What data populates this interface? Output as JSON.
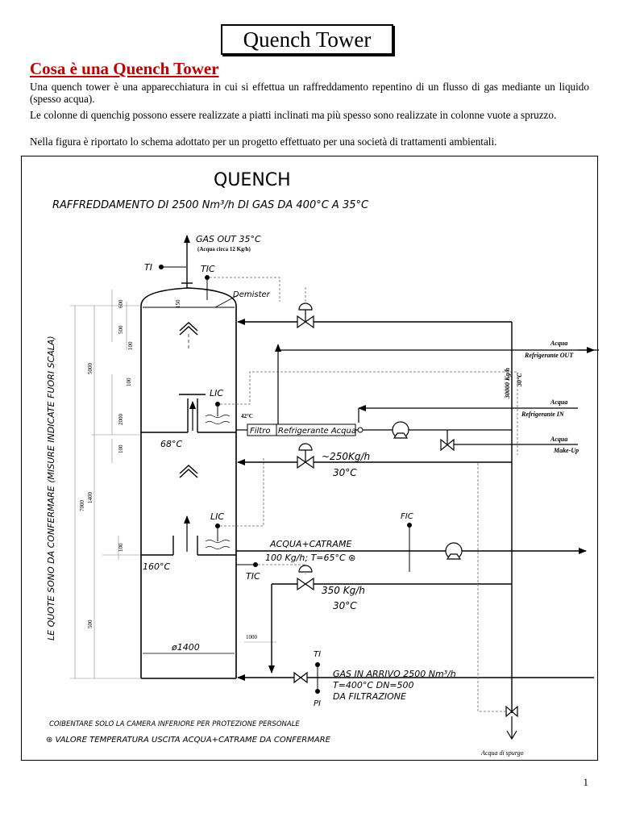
{
  "doc": {
    "title": "Quench Tower",
    "heading": "Cosa è una Quench Tower",
    "paragraphs": [
      "Una quench tower è una apparecchiatura in cui si effettua un raffreddamento repentino di un flusso di gas mediante un liquido (spesso acqua).",
      "Le colonne di quenchig possono essere realizzate a piatti inclinati ma più spesso sono realizzate in colonne vuote a spruzzo.",
      "Nella figura è riportato lo schema adottato per un progetto effettuato per una società di trattamenti ambientali."
    ],
    "page_number": "1"
  },
  "figure": {
    "title": "QUENCH",
    "subtitle": "RAFFREDDAMENTO DI 2500 Nm³/h DI GAS DA 400°C A 35°C",
    "gas_out": "GAS OUT 35°C",
    "gas_out_note": "(Acqua circa 12 Kg/h)",
    "ti_top": "TI",
    "tic_top": "TIC",
    "demister": "Demister",
    "acqua_1": "Acqua",
    "refr_out": "Refrigerante OUT",
    "acqua_2": "Acqua",
    "refr_in": "Refrigerante IN",
    "acqua_3": "Acqua",
    "makeup": "Make-Up",
    "flow_30000": "30000 Kg/h",
    "temp_30_vert": "30°C",
    "lic_upper": "LIC",
    "temp_42": "42°C",
    "filtro": "Filtro",
    "refr_acqua": "Refrigerante Acqua",
    "temp_68": "68°C",
    "flow_250": "~250Kg/h",
    "temp_30_a": "30°C",
    "lic_lower": "LIC",
    "fic": "FIC",
    "acqua_catrame": "ACQUA+CATRAME",
    "flow_100": "100 Kg/h;  T=65°C ⊛",
    "temp_160": "160°C",
    "tic_lower": "TIC",
    "flow_350": "350 Kg/h",
    "temp_30_b": "30°C",
    "dim_1000": "1000",
    "diameter": "ø1400",
    "ti_bottom": "TI",
    "pi_bottom": "PI",
    "gas_in": "GAS IN ARRIVO 2500 Nm³/h",
    "gas_in_t": "T=400°C       DN=500",
    "gas_in_src": "DA FILTRAZIONE",
    "acqua_spurgo": "Acqua di spurgo",
    "vertical_note": "LE QUOTE SONO DA CONFERMARE (MISURE INDICATE FUORI SCALA)",
    "note1": "COIBENTARE SOLO LA CAMERA INFERIORE PER PROTEZIONE PERSONALE",
    "note2": "⊛  VALORE TEMPERATURA USCITA ACQUA+CATRAME DA CONFERMARE",
    "dims": {
      "d7000": "7000",
      "d5000": "5000",
      "d1400": "1400",
      "d500a": "500",
      "d600": "600",
      "d150": "150",
      "d500b": "500",
      "d100a": "100",
      "d100b": "100",
      "d2000": "2000",
      "d100c": "100",
      "d100d": "100"
    }
  }
}
